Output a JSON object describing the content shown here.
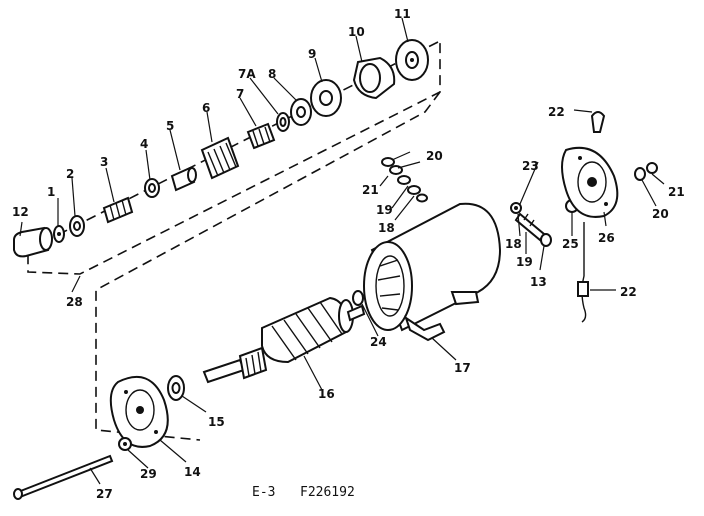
{
  "caption": {
    "view": "E-3",
    "part_number": "F226192"
  },
  "parts": [
    {
      "id": "p1",
      "name": "part-1",
      "label": "1"
    },
    {
      "id": "p2",
      "name": "part-2",
      "label": "2"
    },
    {
      "id": "p3",
      "name": "part-3",
      "label": "3"
    },
    {
      "id": "p4",
      "name": "part-4",
      "label": "4"
    },
    {
      "id": "p5",
      "name": "part-5",
      "label": "5"
    },
    {
      "id": "p6",
      "name": "part-6",
      "label": "6"
    },
    {
      "id": "p7",
      "name": "part-7",
      "label": "7"
    },
    {
      "id": "p7a",
      "name": "part-7a",
      "label": "7A"
    },
    {
      "id": "p8",
      "name": "part-8",
      "label": "8"
    },
    {
      "id": "p9",
      "name": "part-9",
      "label": "9"
    },
    {
      "id": "p10",
      "name": "part-10",
      "label": "10"
    },
    {
      "id": "p11",
      "name": "part-11",
      "label": "11"
    },
    {
      "id": "p12",
      "name": "part-12",
      "label": "12"
    },
    {
      "id": "p13",
      "name": "part-13",
      "label": "13"
    },
    {
      "id": "p14",
      "name": "part-14",
      "label": "14"
    },
    {
      "id": "p15",
      "name": "part-15",
      "label": "15"
    },
    {
      "id": "p16",
      "name": "part-16",
      "label": "16"
    },
    {
      "id": "p17",
      "name": "part-17",
      "label": "17"
    },
    {
      "id": "p18a",
      "name": "part-18-upper",
      "label": "18"
    },
    {
      "id": "p18b",
      "name": "part-18-lower",
      "label": "18"
    },
    {
      "id": "p19a",
      "name": "part-19-upper",
      "label": "19"
    },
    {
      "id": "p19b",
      "name": "part-19-lower",
      "label": "19"
    },
    {
      "id": "p20a",
      "name": "part-20-upper",
      "label": "20"
    },
    {
      "id": "p20b",
      "name": "part-20-right",
      "label": "20"
    },
    {
      "id": "p21a",
      "name": "part-21-upper",
      "label": "21"
    },
    {
      "id": "p21b",
      "name": "part-21-right",
      "label": "21"
    },
    {
      "id": "p22a",
      "name": "part-22-upper",
      "label": "22"
    },
    {
      "id": "p22b",
      "name": "part-22-lower",
      "label": "22"
    },
    {
      "id": "p23",
      "name": "part-23",
      "label": "23"
    },
    {
      "id": "p24",
      "name": "part-24",
      "label": "24"
    },
    {
      "id": "p25",
      "name": "part-25",
      "label": "25"
    },
    {
      "id": "p26",
      "name": "part-26",
      "label": "26"
    },
    {
      "id": "p27",
      "name": "part-27",
      "label": "27"
    },
    {
      "id": "p28",
      "name": "part-28",
      "label": "28"
    },
    {
      "id": "p29",
      "name": "part-29",
      "label": "29"
    }
  ]
}
